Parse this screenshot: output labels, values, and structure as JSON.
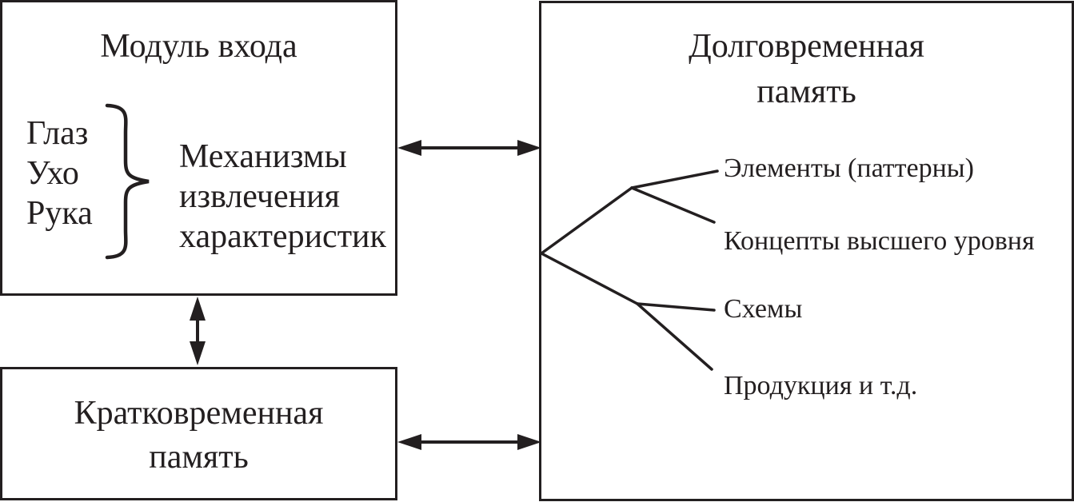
{
  "diagram": {
    "input_module": {
      "title": "Модуль входа",
      "senses": [
        "Глаз",
        "Ухо",
        "Рука"
      ],
      "mechanisms_lines": [
        "Механизмы",
        "извлечения",
        "характеристик"
      ]
    },
    "short_term_memory": {
      "title_line1": "Кратковременная",
      "title_line2": "память"
    },
    "long_term_memory": {
      "title_line1": "Долговременная",
      "title_line2": "память",
      "items": [
        "Элементы (паттерны)",
        "Концепты высшего уровня",
        "Схемы",
        "Продукция и т.д."
      ]
    },
    "colors": {
      "line": "#231f20",
      "background": "#ffffff"
    }
  }
}
